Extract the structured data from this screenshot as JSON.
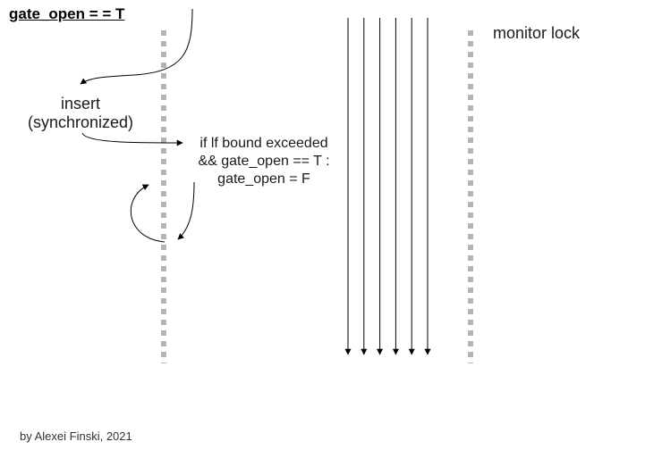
{
  "title": "gate_open = = T",
  "insert": {
    "line1": "insert",
    "line2": "(synchronized)"
  },
  "condition": {
    "line1": "if lf bound exceeded",
    "line2": "&& gate_open == T :",
    "line3": "gate_open = F"
  },
  "monitor_label": "monitor lock",
  "credit": "by Alexei Finski, 2021",
  "colors": {
    "stroke": "#000000",
    "dotted_line": "#b3b3b3",
    "text": "#1a1a1a"
  },
  "thread_arrow_count": 6
}
